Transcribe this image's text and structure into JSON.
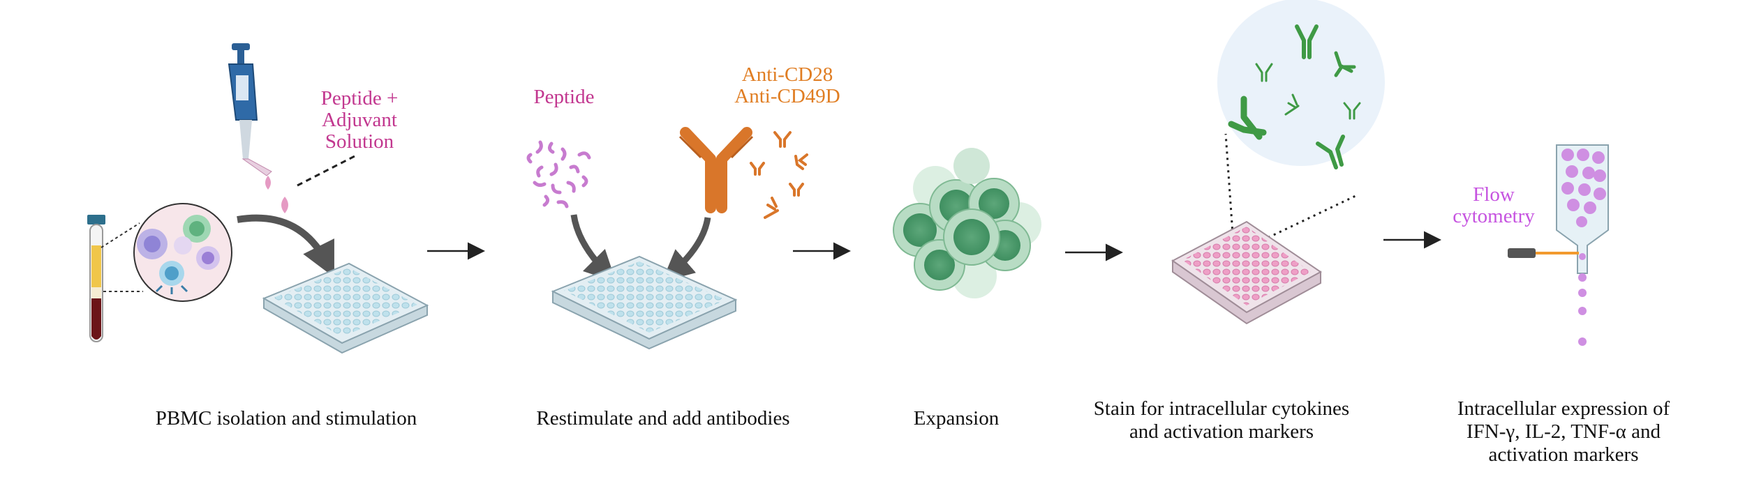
{
  "steps": [
    {
      "caption": "PBMC isolation and stimulation"
    },
    {
      "caption": "Restimulate and add antibodies"
    },
    {
      "caption": "Expansion"
    },
    {
      "caption_line1": "Stain for intracellular cytokines",
      "caption_line2": "and activation markers"
    },
    {
      "caption_line1": "Intracellular expression of",
      "caption_line2": "IFN-γ, IL-2, TNF-α and",
      "caption_line3": "activation markers"
    }
  ],
  "annotations": {
    "peptide_adjuvant_line1": "Peptide +",
    "peptide_adjuvant_line2": "Adjuvant",
    "peptide_adjuvant_line3": "Solution",
    "peptide": "Peptide",
    "anti_cd28": "Anti-CD28",
    "anti_cd49d": "Anti-CD49D",
    "flow_line1": "Flow",
    "flow_line2": "cytometry"
  },
  "colors": {
    "pink_text": "#c2378f",
    "orange_text": "#e07d22",
    "purple_text": "#c653e0",
    "plate_blue": "#d9eef5",
    "plate_pink": "#f3c6dc",
    "cell_green": "#6fb88a",
    "antibody_green": "#3f9a45",
    "antibody_orange": "#d9762a",
    "arrow": "#222222"
  },
  "icons": [
    "blood-tube-icon",
    "pbmc-cells-icon",
    "pipette-icon",
    "well-plate-icon",
    "peptide-icon",
    "antibody-icon",
    "cell-cluster-icon",
    "flow-cytometer-icon"
  ]
}
